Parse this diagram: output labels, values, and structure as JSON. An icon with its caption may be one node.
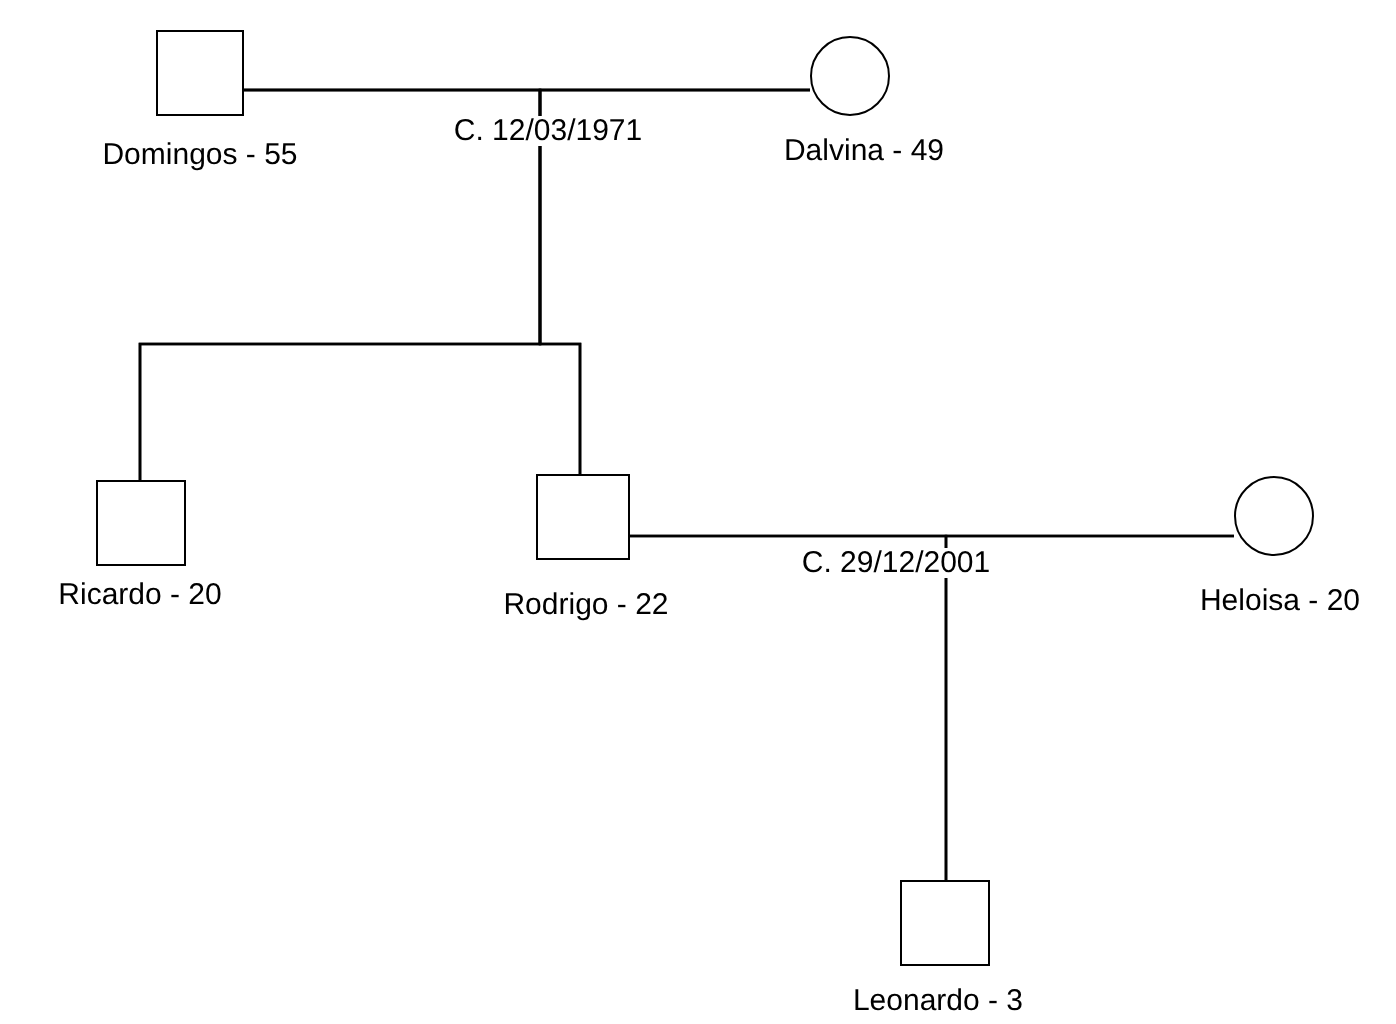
{
  "diagram": {
    "nodes": [
      {
        "text": [],
        "shape": "box",
        "beside": [
          "Domingos - 55"
        ]
      },
      {
        "text": [],
        "shape": "circle",
        "beside": [
          "Dalvina - 49"
        ]
      },
      {
        "text": [],
        "shape": "box",
        "beside": [
          "Ricardo - 20"
        ]
      },
      {
        "text": [],
        "shape": "box",
        "beside": [
          "Rodrigo - 22"
        ]
      },
      {
        "text": [],
        "shape": "circle",
        "beside": [
          "Heloisa - 20"
        ]
      },
      {
        "text": [],
        "shape": "box",
        "beside": [
          "Leonardo - 3"
        ]
      }
    ],
    "edges": [
      {
        "from": 0,
        "to": 1,
        "arrow": "none",
        "label": "C. 12/03/1971"
      },
      {
        "from": 0,
        "to": 2,
        "arrow": "none"
      },
      {
        "from": 0,
        "to": 3,
        "arrow": "none"
      },
      {
        "from": 1,
        "to": 2,
        "arrow": "none"
      },
      {
        "from": 1,
        "to": 3,
        "arrow": "none"
      },
      {
        "from": 3,
        "to": 4,
        "arrow": "none",
        "label": "C. 29/12/2001"
      },
      {
        "from": 3,
        "to": 5,
        "arrow": "none"
      },
      {
        "from": 4,
        "to": 5,
        "arrow": "none"
      }
    ]
  }
}
